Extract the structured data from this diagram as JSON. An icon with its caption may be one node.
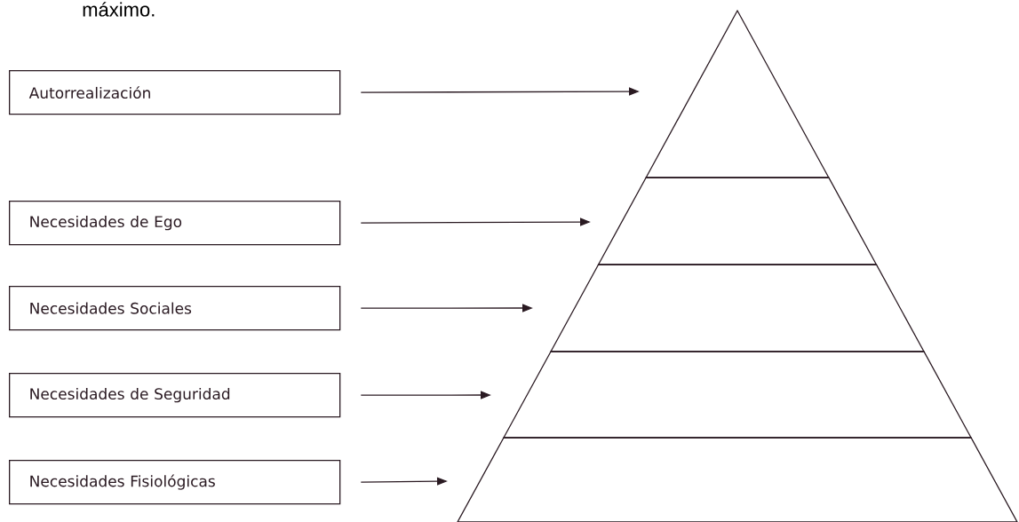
{
  "diagram": {
    "nodes": [
      {
        "text": [
          "Autorrealización"
        ]
      },
      {
        "text": [
          "Necesidades de Ego"
        ]
      },
      {
        "text": [
          "Necesidades Sociales"
        ]
      },
      {
        "text": [
          "Necesidades de Seguridad"
        ]
      },
      {
        "text": [
          "Necesidades Fisiológicas"
        ]
      },
      {
        "text": [],
        "shape": "triangle"
      },
      {
        "text": [],
        "shape": "band"
      },
      {
        "text": [],
        "shape": "band"
      },
      {
        "text": [],
        "shape": "band"
      },
      {
        "text": [],
        "shape": "band"
      }
    ],
    "edges": [
      {
        "from": 0,
        "to": 5,
        "arrow": "to"
      },
      {
        "from": 1,
        "to": 6,
        "arrow": "to"
      },
      {
        "from": 2,
        "to": 7,
        "arrow": "to"
      },
      {
        "from": 3,
        "to": 8,
        "arrow": "to"
      },
      {
        "from": 4,
        "to": 9,
        "arrow": "to"
      }
    ],
    "labels": [
      "máximo."
    ]
  }
}
